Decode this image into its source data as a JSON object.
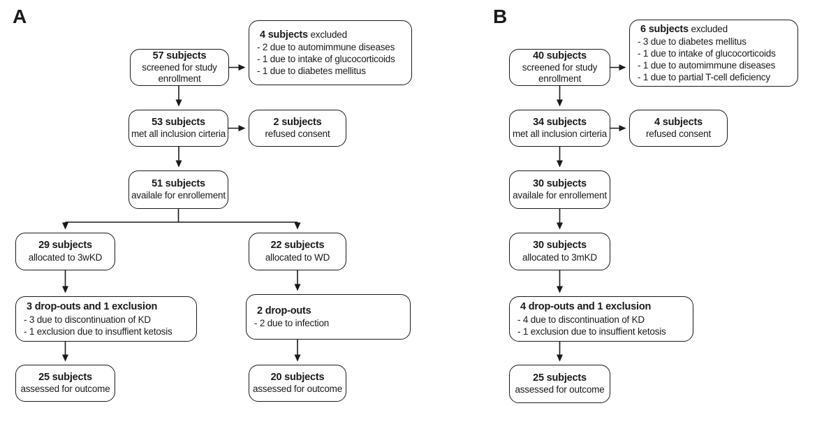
{
  "colors": {
    "line": "#1a1a1a",
    "text": "#1a1a1a",
    "background": "#ffffff"
  },
  "panel_a": {
    "label": "A",
    "boxes": {
      "screened": {
        "count": "57 subjects",
        "line1": "screened for study",
        "line2": "enrollment"
      },
      "excluded": {
        "count": "4 subjects",
        "suffix": " excluded",
        "item1": "- 2 due to automimmune diseases",
        "item2": "- 1 due to intake of glucocorticoids",
        "item3": "- 1 due to diabetes mellitus"
      },
      "inclusion": {
        "count": "53 subjects",
        "line1": "met all inclusion cirteria"
      },
      "refused": {
        "count": "2 subjects",
        "line1": "refused consent"
      },
      "available": {
        "count": "51 subjects",
        "line1": "availale for enrollement"
      },
      "allocated_kd": {
        "count": "29 subjects",
        "line1": "allocated to 3wKD"
      },
      "allocated_wd": {
        "count": "22 subjects",
        "line1": "allocated to WD"
      },
      "dropouts_kd": {
        "title": "3 drop-outs and 1 exclusion",
        "item1": "- 3 due to discontinuation of KD",
        "item2": "- 1 exclusion due to insuffient ketosis"
      },
      "dropouts_wd": {
        "title": "2 drop-outs",
        "item1": "- 2 due to infection"
      },
      "outcome_kd": {
        "count": "25 subjects",
        "line1": "assessed for outcome"
      },
      "outcome_wd": {
        "count": "20 subjects",
        "line1": "assessed for outcome"
      }
    }
  },
  "panel_b": {
    "label": "B",
    "boxes": {
      "screened": {
        "count": "40 subjects",
        "line1": "screened for study",
        "line2": "enrollment"
      },
      "excluded": {
        "count": "6 subjects",
        "suffix": " excluded",
        "item1": "- 3 due to diabetes mellitus",
        "item2": "- 1 due to intake of glucocorticoids",
        "item3": "- 1 due to automimmune diseases",
        "item4": "- 1 due to partial T-cell deficiency"
      },
      "inclusion": {
        "count": "34 subjects",
        "line1": "met all inclusion cirteria"
      },
      "refused": {
        "count": "4 subjects",
        "line1": "refused consent"
      },
      "available": {
        "count": "30 subjects",
        "line1": "availale for enrollement"
      },
      "allocated": {
        "count": "30 subjects",
        "line1": "allocated to 3mKD"
      },
      "dropouts": {
        "title": "4 drop-outs and 1 exclusion",
        "item1": "- 4 due to discontinuation of KD",
        "item2": "- 1 exclusion due to insuffient ketosis"
      },
      "outcome": {
        "count": "25 subjects",
        "line1": "assessed for outcome"
      }
    }
  }
}
